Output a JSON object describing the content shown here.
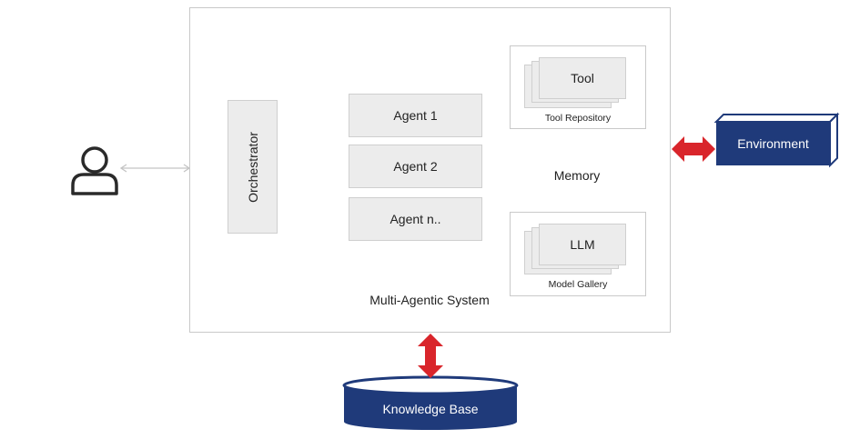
{
  "main": {
    "system_label": "Multi-Agentic System",
    "orchestrator_label": "Orchestrator",
    "agents": [
      {
        "label": "Agent 1"
      },
      {
        "label": "Agent 2"
      },
      {
        "label": "Agent n.."
      }
    ]
  },
  "resources": {
    "tool_label": "Tool",
    "tool_repository_label": "Tool Repository",
    "memory_label": "Memory",
    "llm_label": "LLM",
    "model_gallery_label": "Model Gallery"
  },
  "external": {
    "environment_label": "Environment",
    "knowledge_base_label": "Knowledge Base"
  },
  "icons": {
    "user": "user-icon"
  },
  "colors": {
    "navy": "#1f3a7a",
    "red_arrow": "#d9252b",
    "box_fill": "#ececec",
    "box_border": "#cfcfcf",
    "connector": "#c4c4c4"
  }
}
